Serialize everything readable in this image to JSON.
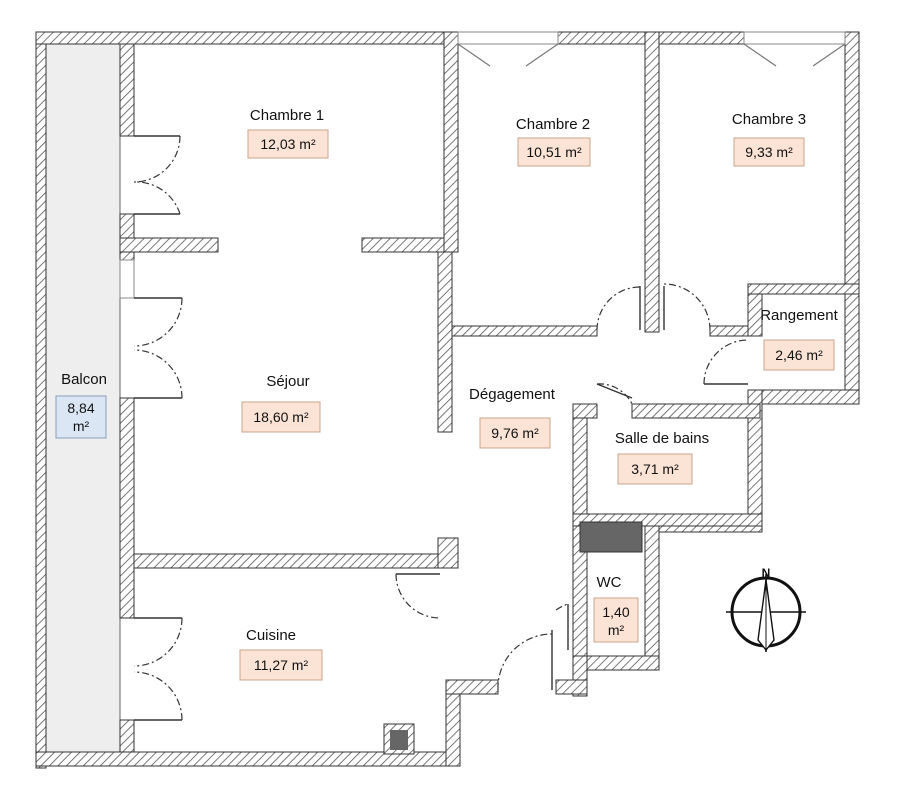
{
  "plan": {
    "rooms": {
      "chambre1": {
        "name": "Chambre 1",
        "area": "12,03 m²"
      },
      "chambre2": {
        "name": "Chambre 2",
        "area": "10,51 m²"
      },
      "chambre3": {
        "name": "Chambre 3",
        "area": "9,33 m²"
      },
      "sejour": {
        "name": "Séjour",
        "area": "18,60 m²"
      },
      "degagement": {
        "name": "Dégagement",
        "area": "9,76 m²"
      },
      "rangement": {
        "name": "Rangement",
        "area": "2,46 m²"
      },
      "salle_de_bains": {
        "name": "Salle de bains",
        "area": "3,71 m²"
      },
      "wc": {
        "name": "WC",
        "area_line1": "1,40",
        "area_line2": "m²"
      },
      "cuisine": {
        "name": "Cuisine",
        "area": "11,27 m²"
      },
      "balcon": {
        "name": "Balcon",
        "area_line1": "8,84",
        "area_line2": "m²"
      }
    },
    "compass": {
      "label": "N"
    },
    "colors": {
      "area_box": "#fbe3d6",
      "balcony_box": "#dbe6f4",
      "wall_hatch": "#555555",
      "balcony_fill": "#eeeeee"
    }
  }
}
